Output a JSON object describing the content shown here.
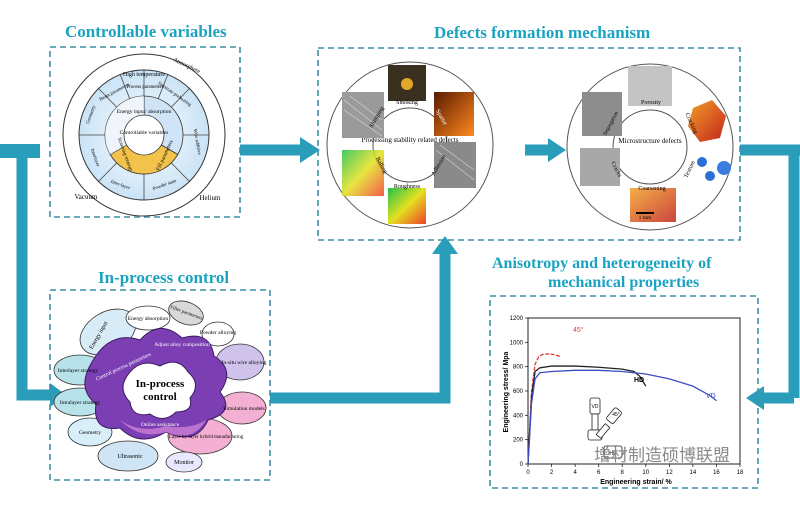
{
  "colors": {
    "arrow": "#2a9dbb",
    "title": "#1aa3c0",
    "frame": "#3d8fa6",
    "purple": "#7c3fb3",
    "gold": "#f3c24b"
  },
  "panels": {
    "controllable": {
      "title": "Controllable variables",
      "outer_ring": [
        "Atmosphere",
        "High temperature",
        "Vacuum",
        "Helium"
      ],
      "middle_ring": [
        "Beam parameters",
        "Process parameters",
        "Substrate preheating",
        "Scanning strategy",
        "Wire additive",
        "Powder state",
        "Interlayer",
        "Inter-layer",
        "Geometry"
      ],
      "inner": [
        "Energy input/ absorption",
        "Controllable variables",
        "Scanning strategy",
        "Fill parameters"
      ]
    },
    "defects": {
      "title": "Defects formation mechanism",
      "left_center": "Processing stability related defects",
      "left_labels": [
        "Smoking",
        "Spatter",
        "Adhesion",
        "Roughness",
        "Balling",
        "Slumping"
      ],
      "right_center": "Microstructure defects",
      "right_labels": [
        "Porosity",
        "Cracking",
        "Texture",
        "Coarsening",
        "Cracks",
        "Segregation"
      ],
      "scale_bar": "1 mm"
    },
    "inprocess": {
      "title": "In-process control",
      "center": "In-process control",
      "petals": [
        "Energy input",
        "Energy absorption",
        "Filler parameters",
        "Powder alloying",
        "Adjust alloy composition",
        "In-situ wire alloying",
        "Control process parameters",
        "Simulation models",
        "Interlayer strategy",
        "Intralayer strategy",
        "Geometry",
        "Online assistance",
        "Layer-by-layer hybrid manufacturing",
        "Ultrasonic",
        "Monitor"
      ]
    },
    "anisotropy": {
      "title_line1": "Anisotropy and heterogeneity  of",
      "title_line2": "mechanical properties",
      "ylabel": "Engineering stress/ Mpa",
      "xlabel": "Engineering strain/ %",
      "series_labels": [
        "45°",
        "HD",
        "VD"
      ],
      "sample_labels": [
        "VD",
        "HD",
        "45°"
      ],
      "x_ticks": [
        "0",
        "2",
        "4",
        "6",
        "8",
        "10",
        "12",
        "14",
        "16",
        "18"
      ],
      "y_ticks": [
        "0",
        "200",
        "400",
        "600",
        "800",
        "1000",
        "1200"
      ]
    }
  },
  "chart_data": {
    "type": "line",
    "title": "",
    "xlabel": "Engineering strain/ %",
    "ylabel": "Engineering stress/ Mpa",
    "xlim": [
      0,
      18
    ],
    "ylim": [
      0,
      1200
    ],
    "series": [
      {
        "name": "45°",
        "color": "#e83a3a",
        "x": [
          0,
          0.3,
          0.6,
          0.9,
          1.2,
          1.6,
          2.0,
          2.4,
          2.8
        ],
        "y": [
          0,
          600,
          820,
          880,
          900,
          905,
          902,
          895,
          880
        ]
      },
      {
        "name": "HD",
        "color": "#222222",
        "x": [
          0,
          0.3,
          0.6,
          1.0,
          2.0,
          4.0,
          6.0,
          8.0,
          9.0,
          9.5,
          10.0
        ],
        "y": [
          0,
          550,
          760,
          790,
          805,
          805,
          795,
          780,
          760,
          720,
          640
        ]
      },
      {
        "name": "VD",
        "color": "#3b4ec2",
        "x": [
          0,
          0.3,
          0.6,
          1.0,
          2.0,
          4.0,
          6.0,
          8.0,
          10.0,
          12.0,
          14.0,
          15.5,
          16.0
        ],
        "y": [
          0,
          500,
          700,
          750,
          760,
          770,
          770,
          760,
          740,
          700,
          640,
          560,
          520
        ]
      }
    ]
  },
  "watermark": "增材制造硕博联盟"
}
